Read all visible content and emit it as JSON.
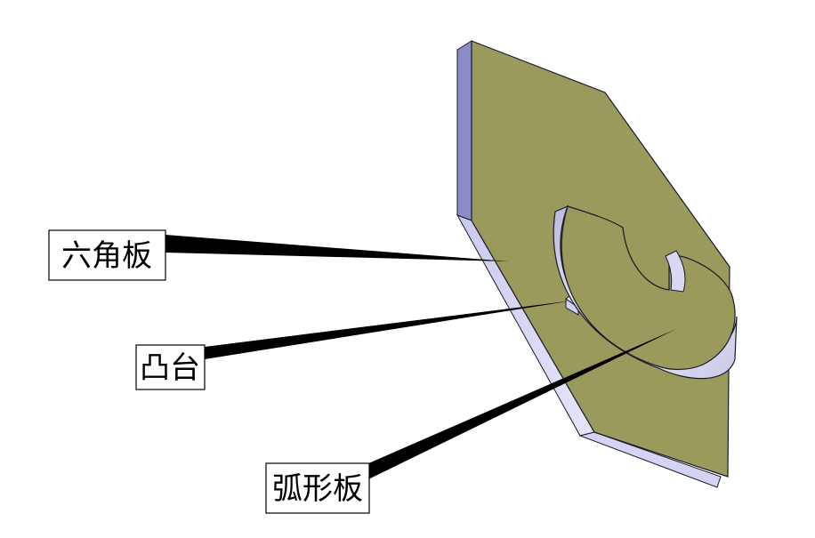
{
  "labels": {
    "hexagonal_plate": "六角板",
    "boss": "凸台",
    "arc_plate": "弧形板"
  },
  "colors": {
    "plate_face": "#9a9a5c",
    "plate_edge": "#d8d8f4",
    "plate_edge_dark": "#7a7ab0",
    "arc_side": "#dcdcf0",
    "outline": "#1a1a2a",
    "leader": "#000000",
    "background": "#ffffff"
  },
  "parts": {
    "hexagonal_plate_icon": "hexagonal-plate",
    "arc_plate_icon": "arc-plate",
    "boss_icon": "boss"
  }
}
